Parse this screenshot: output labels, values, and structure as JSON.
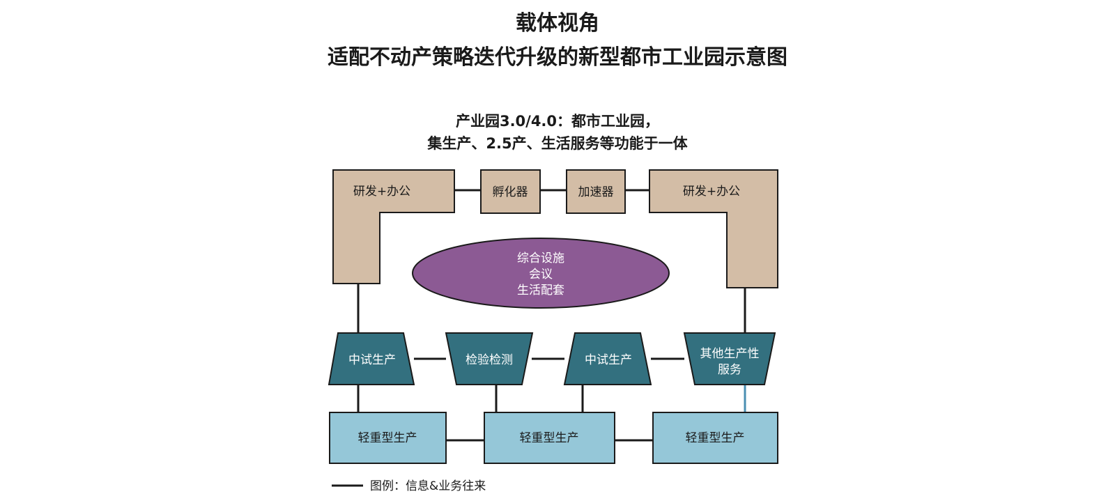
{
  "header": {
    "title_line1": "载体视角",
    "title_line2": "适配不动产策略迭代升级的新型都市工业园示意图"
  },
  "subtitle": {
    "line1": "产业园3.0/4.0：都市工业园，",
    "line2": "集生产、2.5产、生活服务等功能于一体"
  },
  "nodes": {
    "rd_office_left": "研发+办公",
    "incubator": "孵化器",
    "accelerator": "加速器",
    "rd_office_right": "研发+办公",
    "facilities": {
      "line1": "综合设施",
      "line2": "会议",
      "line3": "生活配套"
    },
    "pilot_prod_1": "中试生产",
    "inspection": "检验检测",
    "pilot_prod_2": "中试生产",
    "other_services": {
      "line1": "其他生产性",
      "line2": "服务"
    },
    "light_heavy_1": "轻重型生产",
    "light_heavy_2": "轻重型生产",
    "light_heavy_3": "轻重型生产"
  },
  "legend": {
    "label": "图例：信息&业务往来"
  },
  "colors": {
    "tan": "#d3bda6",
    "purple": "#8c5a94",
    "teal": "#33707f",
    "light_blue": "#95c7d8",
    "outline": "#1a1a1a",
    "connector": "#1a1a1a",
    "connector_blue": "#4a8fb2"
  }
}
